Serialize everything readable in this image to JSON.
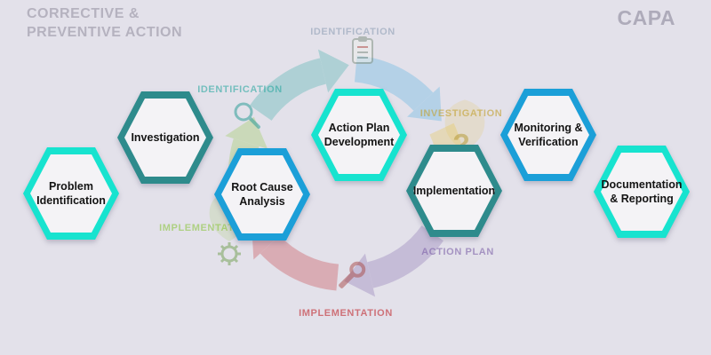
{
  "title": {
    "watermark_line1": "CORRECTIVE &",
    "watermark_line2": "PREVENTIVE ACTION",
    "watermark_right": "CAPA"
  },
  "background": {
    "canvas_color": "#e3e1ea",
    "cycle_arrow_colors": [
      "#2aa8a0",
      "#3fa9e0",
      "#e8c23a",
      "#7b5ea7",
      "#c1272d",
      "#8cc63f"
    ],
    "cycle_labels": [
      {
        "text": "IDENTIFICATION",
        "color": "#8fa0b5"
      },
      {
        "text": "IDENTIFICATION",
        "color": "#2aa8a0"
      },
      {
        "text": "INVESTIGATION",
        "color": "#c2a02c"
      },
      {
        "text": "ACTION PLAN",
        "color": "#7b5ea7"
      },
      {
        "text": "IMPLEMENTATION",
        "color": "#c1272d"
      },
      {
        "text": "IMPLEMENTATION",
        "color": "#8cc63f"
      }
    ],
    "question_mark": "?"
  },
  "steps": [
    {
      "label": "Problem Identification",
      "color": "#17e3cf"
    },
    {
      "label": "Investigation",
      "color": "#2e8b8c"
    },
    {
      "label": "Root Cause Analysis",
      "color": "#1b9fd8"
    },
    {
      "label": "Action Plan Development",
      "color": "#17e3cf"
    },
    {
      "label": "Implementation",
      "color": "#2e8b8c"
    },
    {
      "label": "Monitoring & Verification",
      "color": "#1b9fd8"
    },
    {
      "label": "Documentation & Reporting",
      "color": "#17e3cf"
    }
  ]
}
